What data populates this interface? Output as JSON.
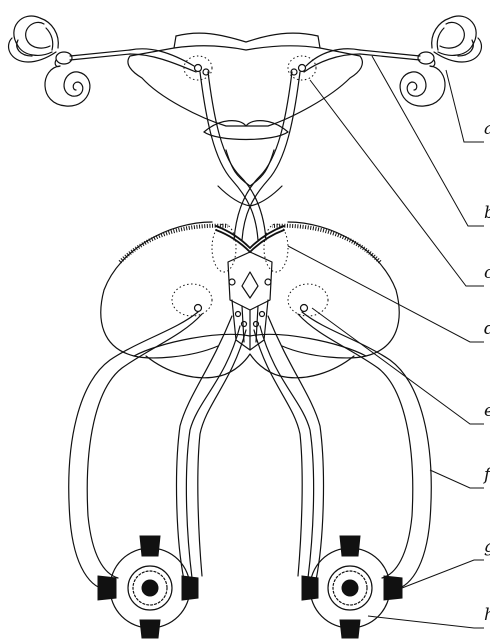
{
  "labels": [
    "a",
    "b",
    "c",
    "d",
    "e",
    "f",
    "g",
    "h"
  ],
  "colors": {
    "ink": "#111111",
    "paper": "#ffffff"
  }
}
